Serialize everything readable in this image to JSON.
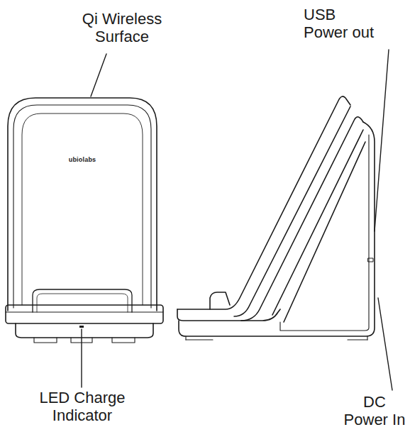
{
  "diagram": {
    "labels": [
      "Qi Wireless Surface",
      "USB Power out",
      "ubiolabs",
      "LED Charge Indicator",
      "DC Power In"
    ]
  }
}
